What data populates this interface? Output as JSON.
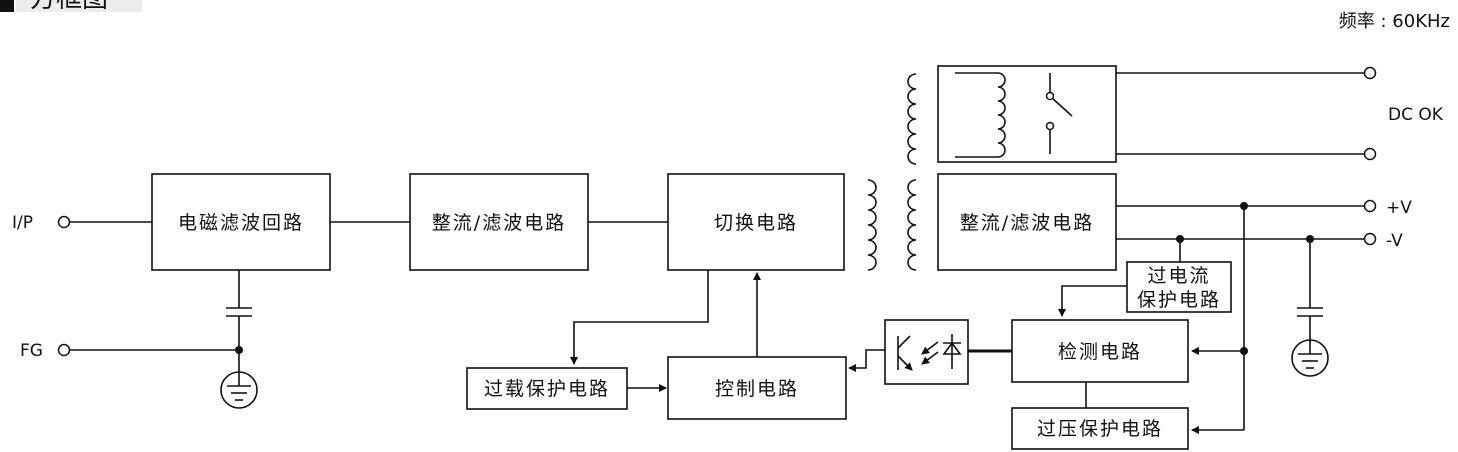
{
  "header": {
    "title": "方框图",
    "frequency": "频率 : 60KHz"
  },
  "blocks": {
    "emi_filter": "电磁滤波回路",
    "rect_filter_in": "整流/滤波电路",
    "switching": "切换电路",
    "rect_filter_out": "整流/滤波电路",
    "overload": "过载保护电路",
    "control": "控制电路",
    "detection": "检测电路",
    "ovp": "过压保护电路",
    "ocp_line1": "过电流",
    "ocp_line2": "保护电路"
  },
  "terminals": {
    "ip": "I/P",
    "fg": "FG",
    "dc_ok": "DC OK",
    "plus_v": "+V",
    "minus_v": "-V"
  },
  "icons": [
    "capacitor-icon",
    "ground-icon",
    "transformer-icon",
    "relay-icon",
    "optocoupler-icon",
    "diode-icon"
  ]
}
